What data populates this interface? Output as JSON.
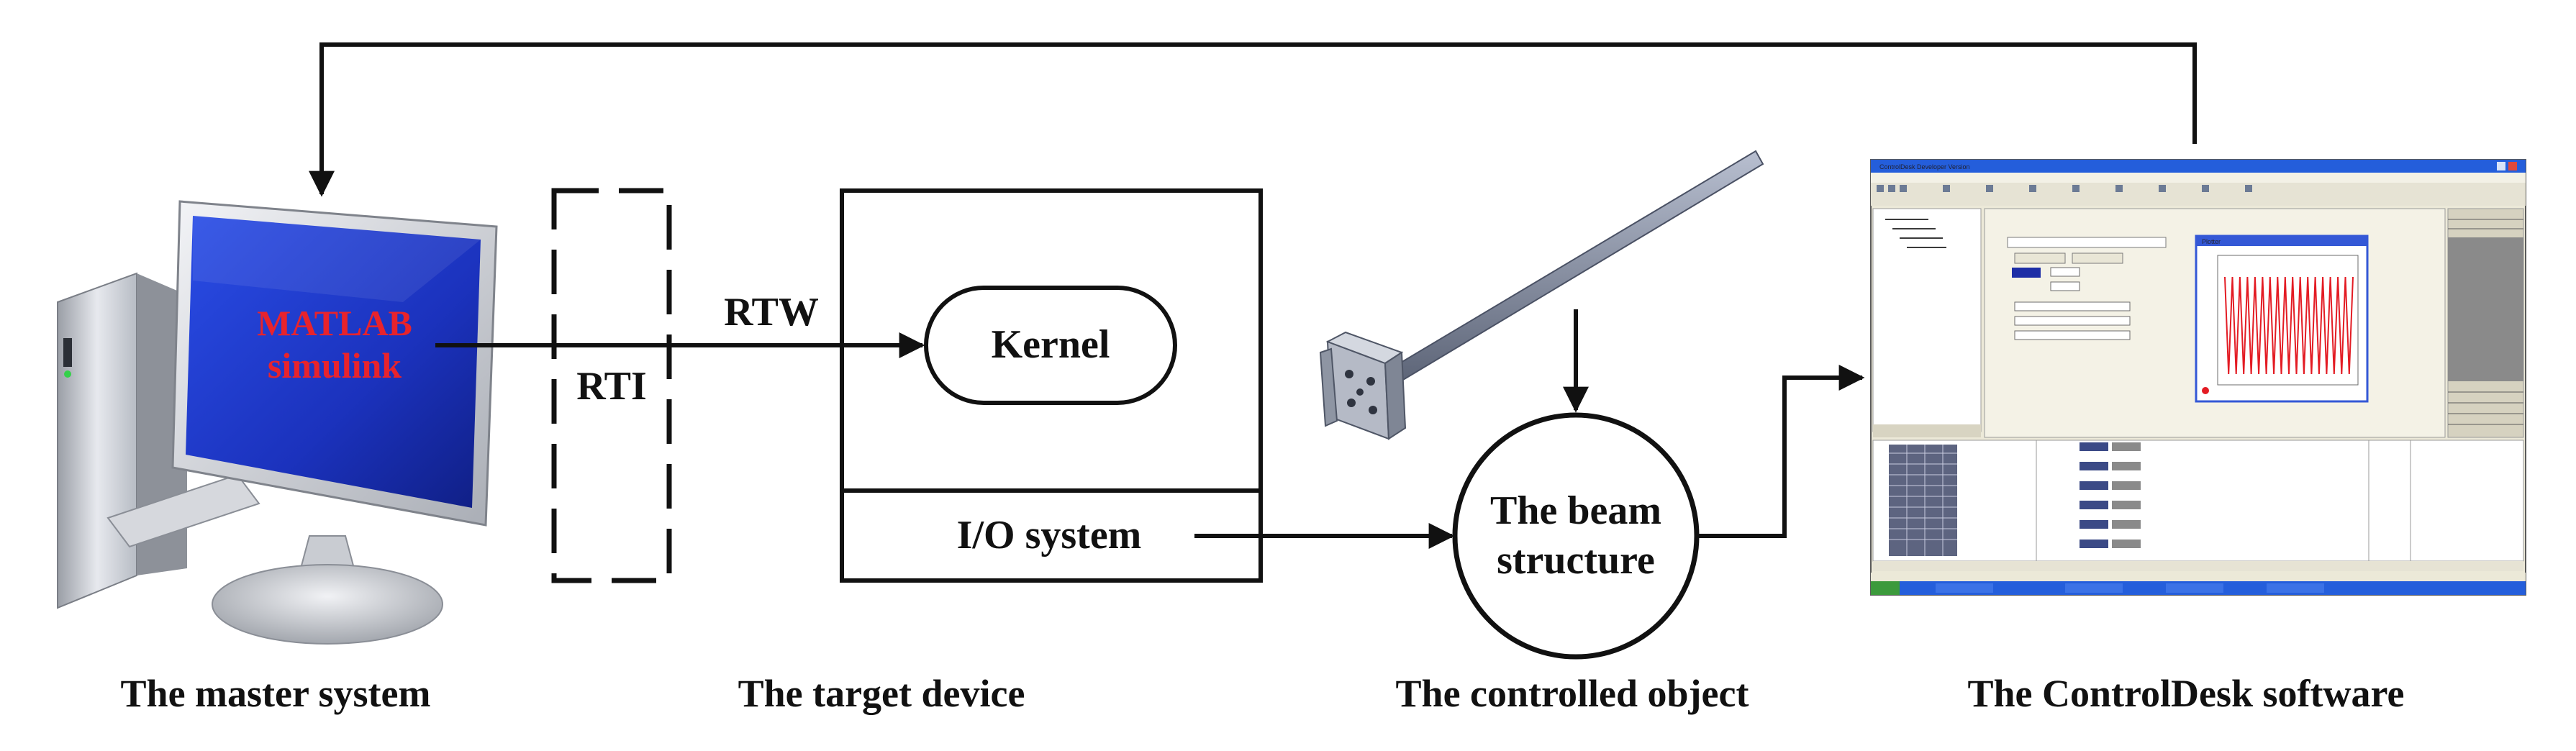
{
  "captions": {
    "master": "The master system",
    "target": "The target device",
    "object": "The controlled object",
    "software": "The ControlDesk software"
  },
  "labels": {
    "rti": "RTI",
    "rtw": "RTW",
    "kernel": "Kernel",
    "io": "I/O system",
    "beam_line1": "The beam",
    "beam_line2": "structure"
  },
  "monitor": {
    "line1": "MATLAB",
    "line2": "simulink"
  },
  "software_window": {
    "title": "ControlDesk Developer Version",
    "plot_title": "Plotter"
  },
  "colors": {
    "line": "#111111",
    "screen_blue": "#1d35c9",
    "sim_text": "#e8232c",
    "plot_red": "#e31b23",
    "window_bg": "#ece9d8",
    "taskbar": "#245edb"
  },
  "icons": [
    "computer-monitor-icon",
    "beam-part-icon",
    "controldesk-window-icon"
  ]
}
